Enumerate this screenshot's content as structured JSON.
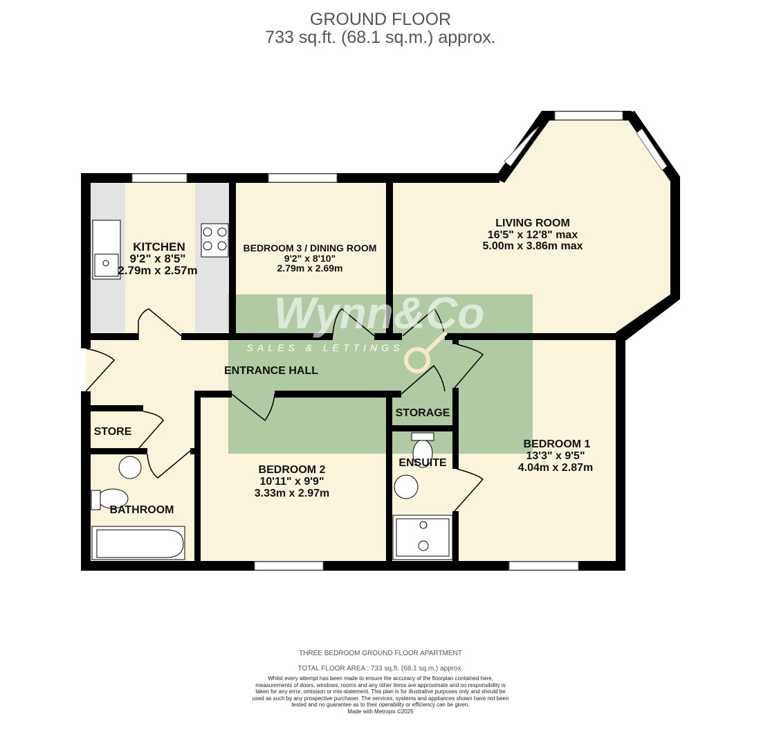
{
  "header": {
    "title": "GROUND FLOOR",
    "area": "733 sq.ft. (68.1 sq.m.) approx."
  },
  "rooms": {
    "kitchen": {
      "name": "KITCHEN",
      "imperial": "9'2\"  x 8'5\"",
      "metric": "2.79m  x 2.57m"
    },
    "bedroom3": {
      "name": "BEDROOM 3 / DINING ROOM",
      "imperial": "9'2\"  x 8'10\"",
      "metric": "2.79m  x 2.69m"
    },
    "living": {
      "name": "LIVING ROOM",
      "imperial": "16'5\"  x 12'8\" max",
      "metric": "5.00m  x 3.86m max"
    },
    "hall": {
      "name": "ENTRANCE HALL"
    },
    "store": {
      "name": "STORE"
    },
    "storage": {
      "name": "STORAGE"
    },
    "ensuite": {
      "name": "ENSUITE"
    },
    "bathroom": {
      "name": "BATHROOM"
    },
    "bedroom2": {
      "name": "BEDROOM 2",
      "imperial": "10'11\"  x 9'9\"",
      "metric": "3.33m  x 2.97m"
    },
    "bedroom1": {
      "name": "BEDROOM 1",
      "imperial": "13'3\"  x 9'5\"",
      "metric": "4.04m  x 2.87m"
    }
  },
  "watermark": {
    "brand": "Wynn&Co",
    "tagline": "SALES & LETTINGS"
  },
  "footer": {
    "subtitle": "THREE BEDROOM GROUND FLOOR APARTMENT",
    "total": "TOTAL FLOOR AREA : 733 sq.ft. (68.1 sq.m.) approx.",
    "disclaimer": "Whilst every attempt has been made to ensure the accuracy of the floorplan contained here, measurements of doors, windows, rooms and any other items are approximate and no responsibility is taken for any error, omission or mis-statement. This plan is for illustrative purposes only and should be used as such by any prospective purchaser. The services, systems and appliances shown have not been tested and no guarantee as to their operability or efficiency can be given.",
    "credit": "Made with Metropix ©2025"
  },
  "colors": {
    "floor": "#faf4dc",
    "wall": "#000000",
    "worktop": "#e3e3e3",
    "watermark": "#a3c29a"
  }
}
